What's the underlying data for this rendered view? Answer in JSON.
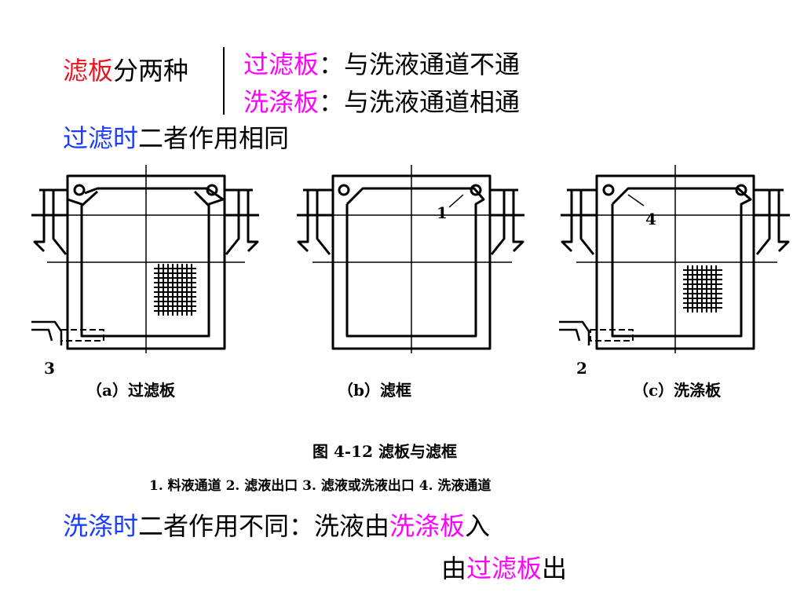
{
  "header": {
    "intro_red": "滤板",
    "intro_rest": "分两种",
    "type1_name": "过滤板",
    "type1_desc": "：与洗液通道不通",
    "type2_name": "洗涤板",
    "type2_desc": "：与洗液通道相通",
    "filtration_lead": "过滤时",
    "filtration_rest": "二者作用相同"
  },
  "figure": {
    "panel_a_caption": "（a）过滤板",
    "panel_b_caption": "（b）滤框",
    "panel_c_caption": "（c）洗涤板",
    "callout_3": "3",
    "callout_1": "1",
    "callout_4": "4",
    "callout_2": "2",
    "title": "图 4-12    滤板与滤框",
    "legend": "1. 料液通道    2. 滤液出口    3. 滤液或洗液出口    4. 洗液通道"
  },
  "footer": {
    "washing_lead": "洗涤时",
    "washing_rest": "二者作用不同：洗液由",
    "washing_board": "洗涤板",
    "washing_in": "入",
    "line2_from": "由",
    "line2_board": "过滤板",
    "line2_out": "出"
  },
  "colors": {
    "red": "#e8141e",
    "magenta": "#ff00ff",
    "blue": "#1a3cff"
  }
}
